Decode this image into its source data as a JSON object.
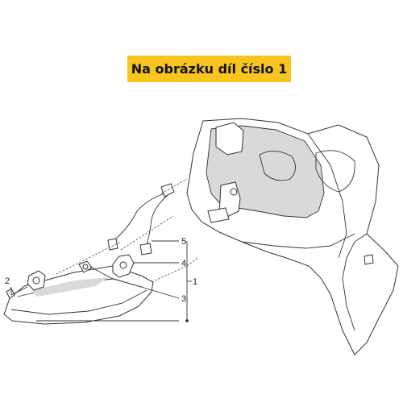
{
  "banner": {
    "text": "Na obrázku díl číslo 1",
    "color": "#f7c51e"
  },
  "callouts": [
    "1",
    "2",
    "3",
    "4",
    "5"
  ]
}
